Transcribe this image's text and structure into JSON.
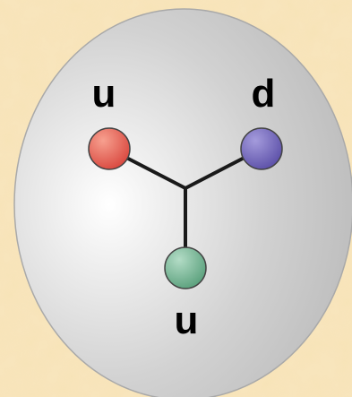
{
  "diagram": {
    "quarks": [
      {
        "id": "up-1",
        "label": "u",
        "color": "#d9483f",
        "highlight": "#f7a08f"
      },
      {
        "id": "down",
        "label": "d",
        "color": "#5c50a8",
        "highlight": "#a49bdc"
      },
      {
        "id": "up-2",
        "label": "u",
        "color": "#5aa07c",
        "highlight": "#b3dcc6"
      }
    ],
    "colors": {
      "background": "#f7e3b7",
      "particle_body": "#c8c8c8",
      "particle_edge": "#a9a9a9",
      "bond": "#1a1a1a"
    }
  }
}
